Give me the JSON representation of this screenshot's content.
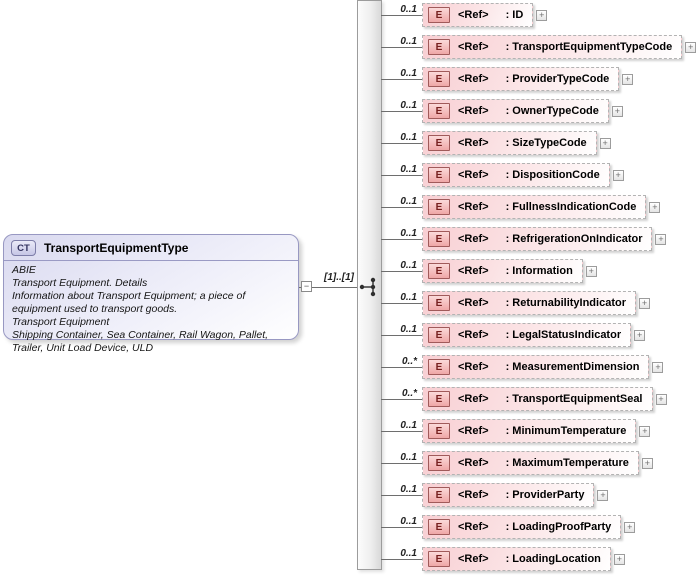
{
  "ct_box": {
    "badge": "CT",
    "title": "TransportEquipmentType",
    "doc_lines": [
      "ABIE",
      "Transport Equipment. Details",
      "Information about Transport Equipment; a piece of equipment used to transport goods.",
      "Transport Equipment",
      "Shipping Container, Sea Container, Rail Wagon, Pallet, Trailer, Unit Load Device, ULD"
    ]
  },
  "connector": {
    "cardinality": "[1]..[1]"
  },
  "icons": {
    "collapse": "−",
    "expand": "+"
  },
  "elements": [
    {
      "badge": "E",
      "ref": "<Ref>",
      "name_label": ": ID",
      "cardinality": "0..1"
    },
    {
      "badge": "E",
      "ref": "<Ref>",
      "name_label": ": TransportEquipmentTypeCode",
      "cardinality": "0..1"
    },
    {
      "badge": "E",
      "ref": "<Ref>",
      "name_label": ": ProviderTypeCode",
      "cardinality": "0..1"
    },
    {
      "badge": "E",
      "ref": "<Ref>",
      "name_label": ": OwnerTypeCode",
      "cardinality": "0..1"
    },
    {
      "badge": "E",
      "ref": "<Ref>",
      "name_label": ": SizeTypeCode",
      "cardinality": "0..1"
    },
    {
      "badge": "E",
      "ref": "<Ref>",
      "name_label": ": DispositionCode",
      "cardinality": "0..1"
    },
    {
      "badge": "E",
      "ref": "<Ref>",
      "name_label": ": FullnessIndicationCode",
      "cardinality": "0..1"
    },
    {
      "badge": "E",
      "ref": "<Ref>",
      "name_label": ": RefrigerationOnIndicator",
      "cardinality": "0..1"
    },
    {
      "badge": "E",
      "ref": "<Ref>",
      "name_label": ": Information",
      "cardinality": "0..1"
    },
    {
      "badge": "E",
      "ref": "<Ref>",
      "name_label": ": ReturnabilityIndicator",
      "cardinality": "0..1"
    },
    {
      "badge": "E",
      "ref": "<Ref>",
      "name_label": ": LegalStatusIndicator",
      "cardinality": "0..1"
    },
    {
      "badge": "E",
      "ref": "<Ref>",
      "name_label": ": MeasurementDimension",
      "cardinality": "0..*"
    },
    {
      "badge": "E",
      "ref": "<Ref>",
      "name_label": ": TransportEquipmentSeal",
      "cardinality": "0..*"
    },
    {
      "badge": "E",
      "ref": "<Ref>",
      "name_label": ": MinimumTemperature",
      "cardinality": "0..1"
    },
    {
      "badge": "E",
      "ref": "<Ref>",
      "name_label": ": MaximumTemperature",
      "cardinality": "0..1"
    },
    {
      "badge": "E",
      "ref": "<Ref>",
      "name_label": ": ProviderParty",
      "cardinality": "0..1"
    },
    {
      "badge": "E",
      "ref": "<Ref>",
      "name_label": ": LoadingProofParty",
      "cardinality": "0..1"
    },
    {
      "badge": "E",
      "ref": "<Ref>",
      "name_label": ": LoadingLocation",
      "cardinality": "0..1"
    }
  ],
  "colors": {
    "element_fill": "#f8cfd3",
    "element_border": "#b3b3b3",
    "badge_border": "#a05a5a",
    "ct_fill": "#d9d9ef",
    "ct_border": "#9898c2"
  }
}
